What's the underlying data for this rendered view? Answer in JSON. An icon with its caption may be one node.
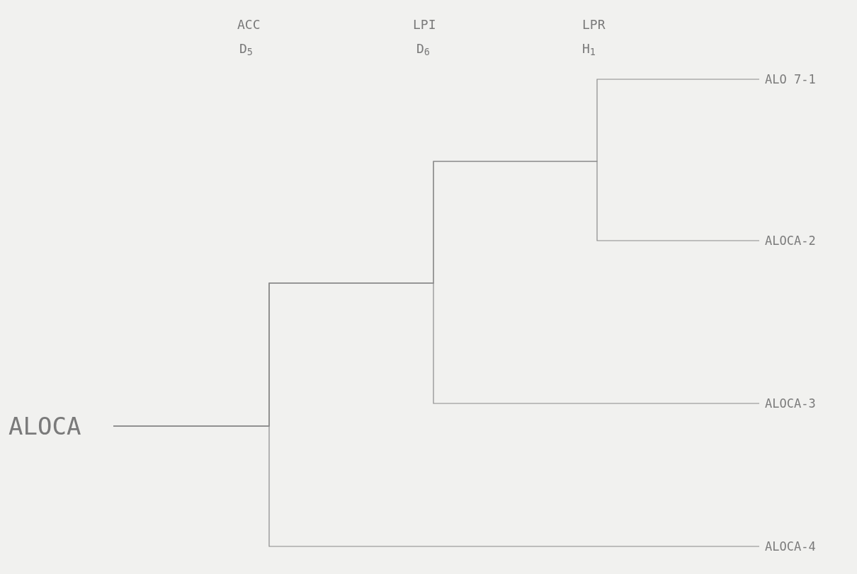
{
  "diagram": {
    "nodes": [
      {
        "text": [
          "ALOCA"
        ]
      },
      {
        "text": [
          "ALO 7-1"
        ]
      },
      {
        "text": [
          "ALOCA-2"
        ]
      },
      {
        "text": [
          "ALOCA-3"
        ]
      },
      {
        "text": [
          "ALOCA-4"
        ]
      }
    ],
    "edges": [
      {
        "from": 0,
        "to": 1,
        "arrow": "none"
      },
      {
        "from": 0,
        "to": 2,
        "arrow": "none"
      },
      {
        "from": 0,
        "to": 3,
        "arrow": "none"
      },
      {
        "from": 0,
        "to": 4,
        "arrow": "none"
      }
    ],
    "labels": [
      "ACC",
      "LPI",
      "LPR",
      "D$_{5}$",
      "D$_{6}$",
      "H$_{1}$"
    ]
  }
}
